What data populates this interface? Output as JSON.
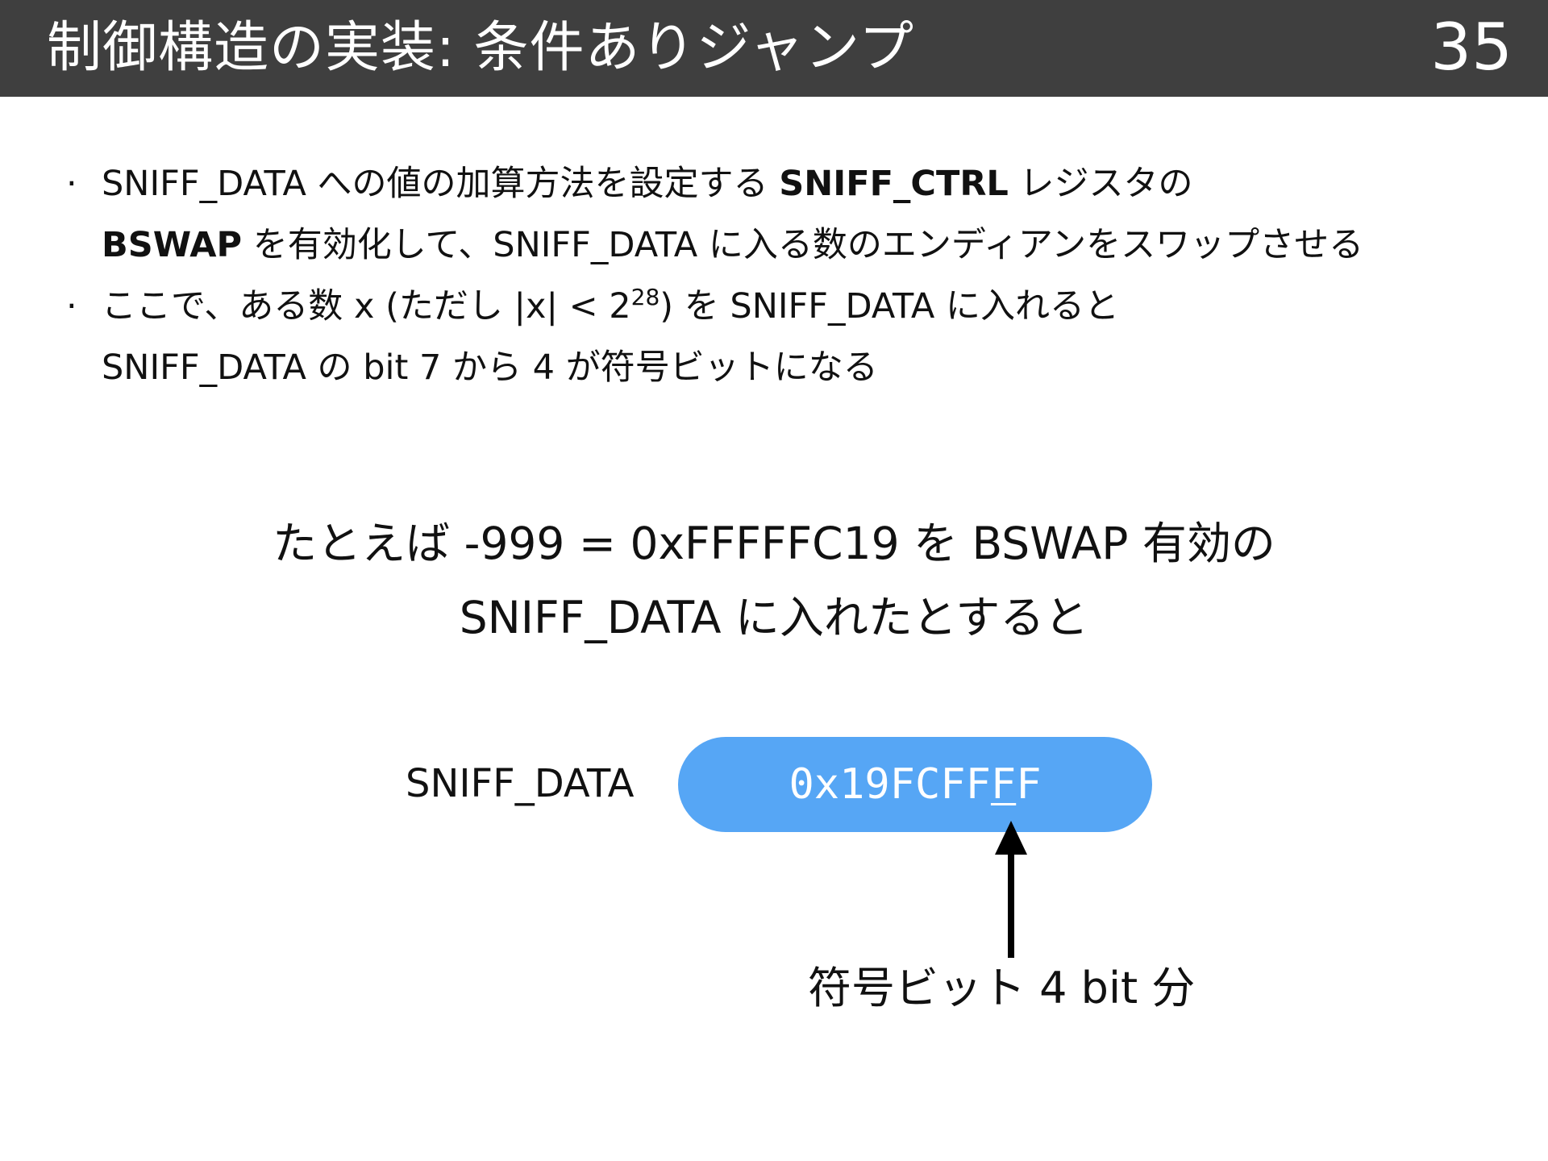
{
  "header": {
    "title": "制御構造の実装: 条件ありジャンプ",
    "page_number": "35"
  },
  "bullets": [
    {
      "line1_pre": "SNIFF_DATA への値の加算方法を設定する ",
      "line1_bold": "SNIFF_CTRL",
      "line1_post": " レジスタの",
      "line2_bold": "BSWAP",
      "line2_post": " を有効化して、SNIFF_DATA に入る数のエンディアンをスワップさせる"
    },
    {
      "line1_pre": "ここで、ある数 x (ただし |x| < 2",
      "line1_sup": "28",
      "line1_post": ") を SNIFF_DATA に入れると",
      "line2": "SNIFF_DATA の bit 7 から 4 が符号ビットになる"
    }
  ],
  "example": {
    "line1": "たとえば -999 = 0xFFFFFC19 を BSWAP 有効の",
    "line2": "SNIFF_DATA に入れたとすると"
  },
  "register": {
    "label": "SNIFF_DATA",
    "value_pre": "0x19FCFF",
    "value_highlight": "F",
    "value_post": "F",
    "box_color": "#56a6f5"
  },
  "annotation": {
    "caption": "符号ビット 4 bit 分",
    "arrow_icon": "arrow-up-icon"
  }
}
